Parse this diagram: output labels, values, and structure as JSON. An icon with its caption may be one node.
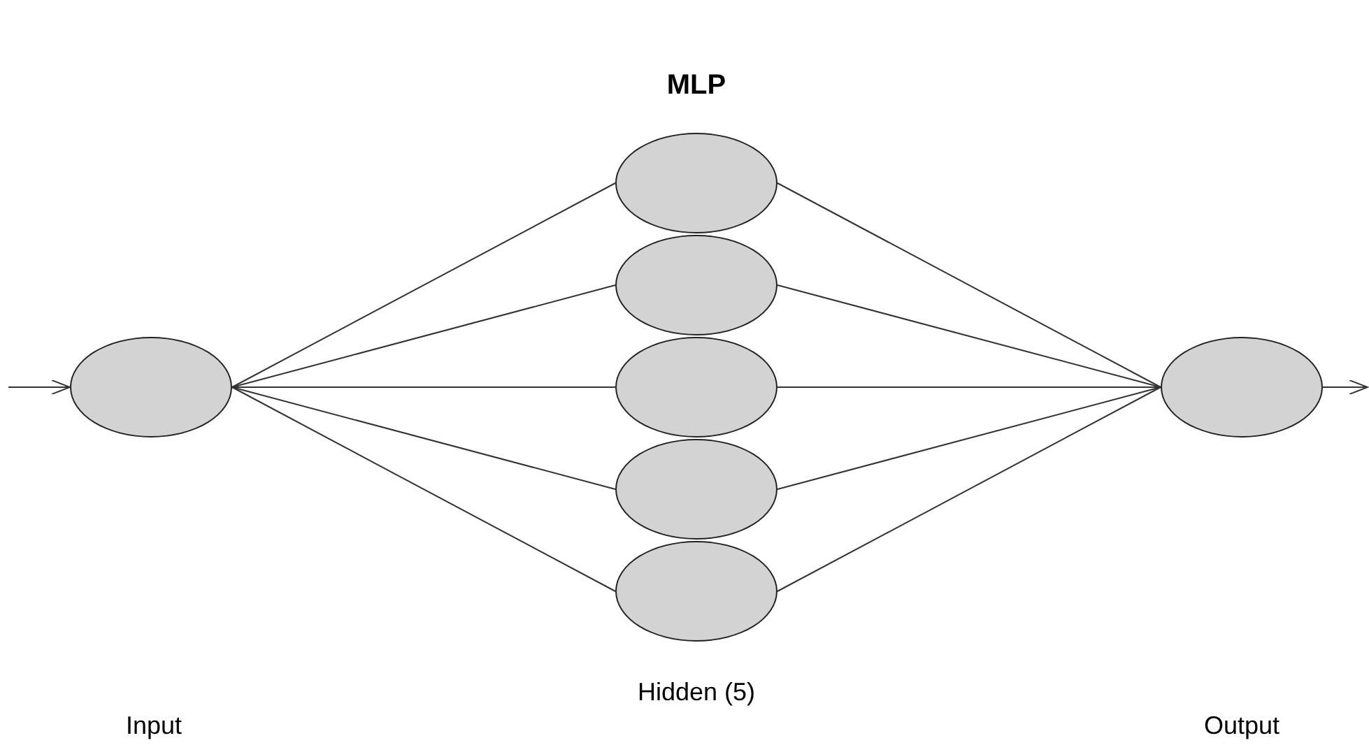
{
  "diagram": {
    "title": "MLP",
    "nodes": [
      {
        "text": [],
        "shape": "circle"
      },
      {
        "text": [],
        "shape": "circle"
      },
      {
        "text": [],
        "shape": "circle"
      },
      {
        "text": [],
        "shape": "circle"
      },
      {
        "text": [],
        "shape": "circle"
      },
      {
        "text": [],
        "shape": "circle"
      },
      {
        "text": [],
        "shape": "circle"
      }
    ],
    "edges": [
      {
        "from": null,
        "to": 0,
        "arrow": "to"
      },
      {
        "from": 0,
        "to": 1,
        "arrow": "none"
      },
      {
        "from": 0,
        "to": 2,
        "arrow": "none"
      },
      {
        "from": 0,
        "to": 3,
        "arrow": "none"
      },
      {
        "from": 0,
        "to": 4,
        "arrow": "none"
      },
      {
        "from": 0,
        "to": 5,
        "arrow": "none"
      },
      {
        "from": 1,
        "to": 6,
        "arrow": "none"
      },
      {
        "from": 2,
        "to": 6,
        "arrow": "none"
      },
      {
        "from": 3,
        "to": 6,
        "arrow": "none"
      },
      {
        "from": 4,
        "to": 6,
        "arrow": "none"
      },
      {
        "from": 5,
        "to": 6,
        "arrow": "none"
      },
      {
        "from": 6,
        "to": null,
        "arrow": "to"
      }
    ],
    "labels": [
      "Input",
      "Hidden (5)",
      "Output"
    ]
  }
}
